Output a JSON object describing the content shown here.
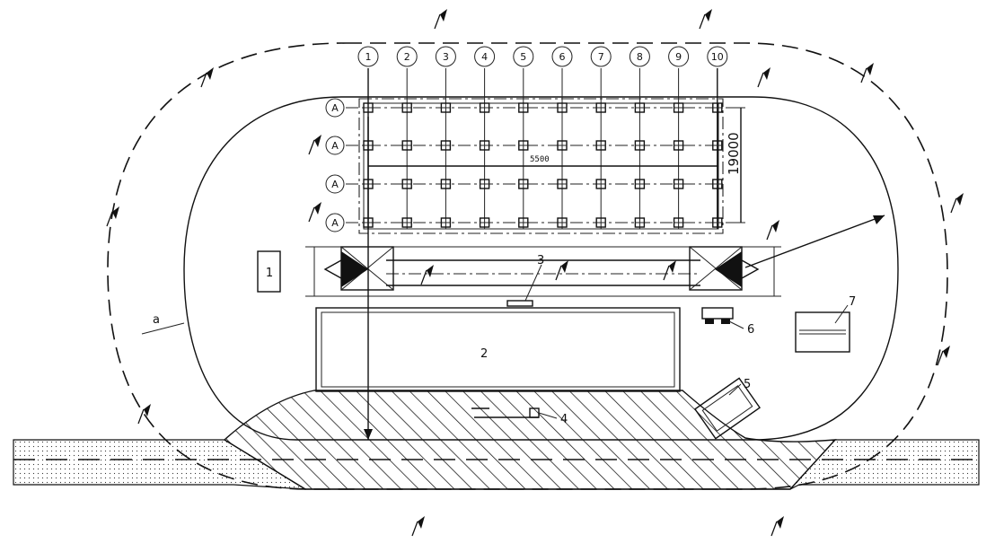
{
  "diagram": {
    "column_axes": [
      "1",
      "2",
      "3",
      "4",
      "5",
      "6",
      "7",
      "8",
      "9",
      "10"
    ],
    "row_axes": [
      "A",
      "A",
      "A",
      "A"
    ],
    "dimension_span": "5500",
    "dimension_length": "19000",
    "labels": {
      "item_1": "1",
      "item_2": "2",
      "item_3": "3",
      "item_4": "4",
      "item_5": "5",
      "item_6": "6",
      "item_7": "7",
      "clearance_a": "a"
    }
  }
}
